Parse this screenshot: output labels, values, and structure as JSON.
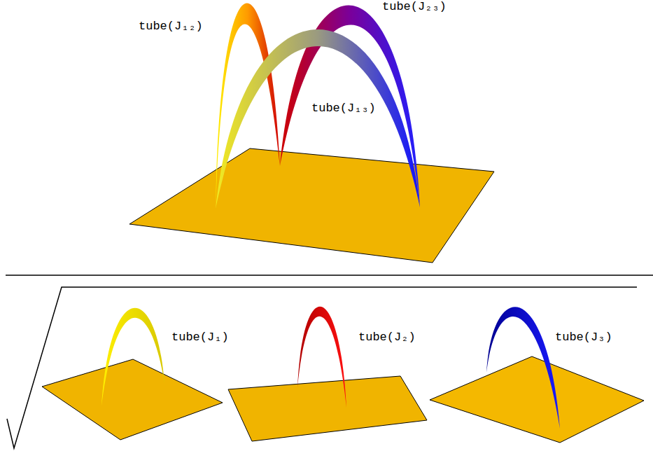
{
  "diagram": {
    "labels": [
      "tube(J₁₂)",
      "tube(J₂₃)",
      "tube(J₁₃)",
      "tube(J₁)",
      "tube(J₂)",
      "tube(J₃)"
    ]
  }
}
